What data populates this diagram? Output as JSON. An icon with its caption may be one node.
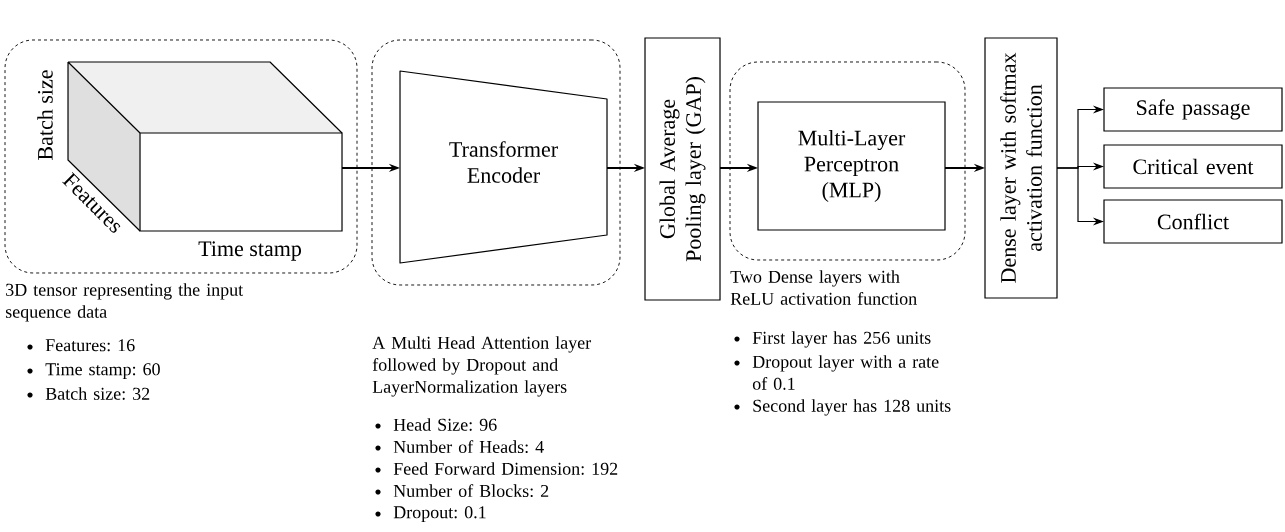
{
  "diagram": {
    "nodes": [
      {
        "text": [],
        "shape": "box",
        "beside": [
          "3D tensor representing the input sequence data",
          "Features: 16",
          "Time stamp: 60",
          "Batch size: 32"
        ]
      },
      {
        "text": [
          "Batch size",
          "Features",
          "Time stamp"
        ],
        "in": 0
      },
      {
        "text": [],
        "shape": "box",
        "beside": [
          "A Multi Head Attention layer followed by Dropout and LayerNormalization layers",
          "Head Size: 96",
          "Number of Heads: 4",
          "Feed Forward Dimension: 192",
          "Number of Blocks: 2",
          "Dropout: 0.1"
        ]
      },
      {
        "text": [
          "Transformer Encoder"
        ],
        "in": 2
      },
      {
        "text": [
          "Global Average Pooling layer (GAP)"
        ]
      },
      {
        "text": [],
        "shape": "box",
        "beside": [
          "Two Dense layers with ReLU activation function",
          "First layer has 256 units",
          "Dropout layer with a rate of 0.1",
          "Second layer has 128 units"
        ]
      },
      {
        "text": [
          "Multi-Layer Perceptron (MLP)"
        ],
        "in": 5
      },
      {
        "text": [
          "Dense layer with softmax activation function"
        ]
      },
      {
        "text": [
          "Safe passage"
        ]
      },
      {
        "text": [
          "Critical event"
        ]
      },
      {
        "text": [
          "Conflict"
        ]
      }
    ],
    "edges": [
      {
        "from": 1,
        "to": 3,
        "arrow": "to"
      },
      {
        "from": 3,
        "to": 4,
        "arrow": "to"
      },
      {
        "from": 4,
        "to": 6,
        "arrow": "to"
      },
      {
        "from": 6,
        "to": 7,
        "arrow": "to"
      },
      {
        "from": 7,
        "to": 8,
        "arrow": "to"
      },
      {
        "from": 7,
        "to": 9,
        "arrow": "to"
      },
      {
        "from": 7,
        "to": 10,
        "arrow": "to"
      }
    ]
  }
}
